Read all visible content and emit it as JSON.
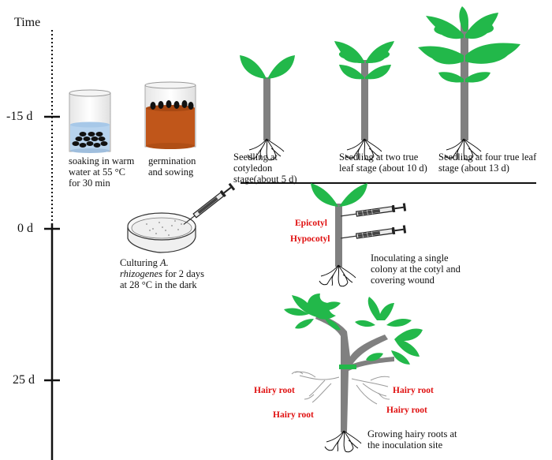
{
  "axis": {
    "title": "Time",
    "ticks": [
      "-15 d",
      "0 d",
      "25 d"
    ]
  },
  "steps": {
    "soaking": "soaking in warm water at 55 °C for 30 min",
    "germination": "germination and sowing",
    "cotyledon": "Seedling at cotyledon stage(about 5 d)",
    "two_leaf": "Seedling at two true leaf stage (about 10 d)",
    "four_leaf": "Seedling at four true leaf stage (about 13 d)",
    "culturing_prefix": "Culturing ",
    "culturing_species": "A. rhizogenes",
    "culturing_suffix": " for 2 days at 28 °C in the dark",
    "inoculating": "Inoculating a single colony at the cotyl and covering wound",
    "growing": "Growing hairy roots at the inoculation site"
  },
  "labels": {
    "epicotyl": "Epicotyl",
    "hypocotyl": "Hypocotyl",
    "hairy_root": "Hairy root"
  },
  "colors": {
    "leaf": "#22b84a",
    "stem": "#808080",
    "soil": "#c0561a",
    "water": "#b7d3ee",
    "label_red": "#e01010"
  }
}
